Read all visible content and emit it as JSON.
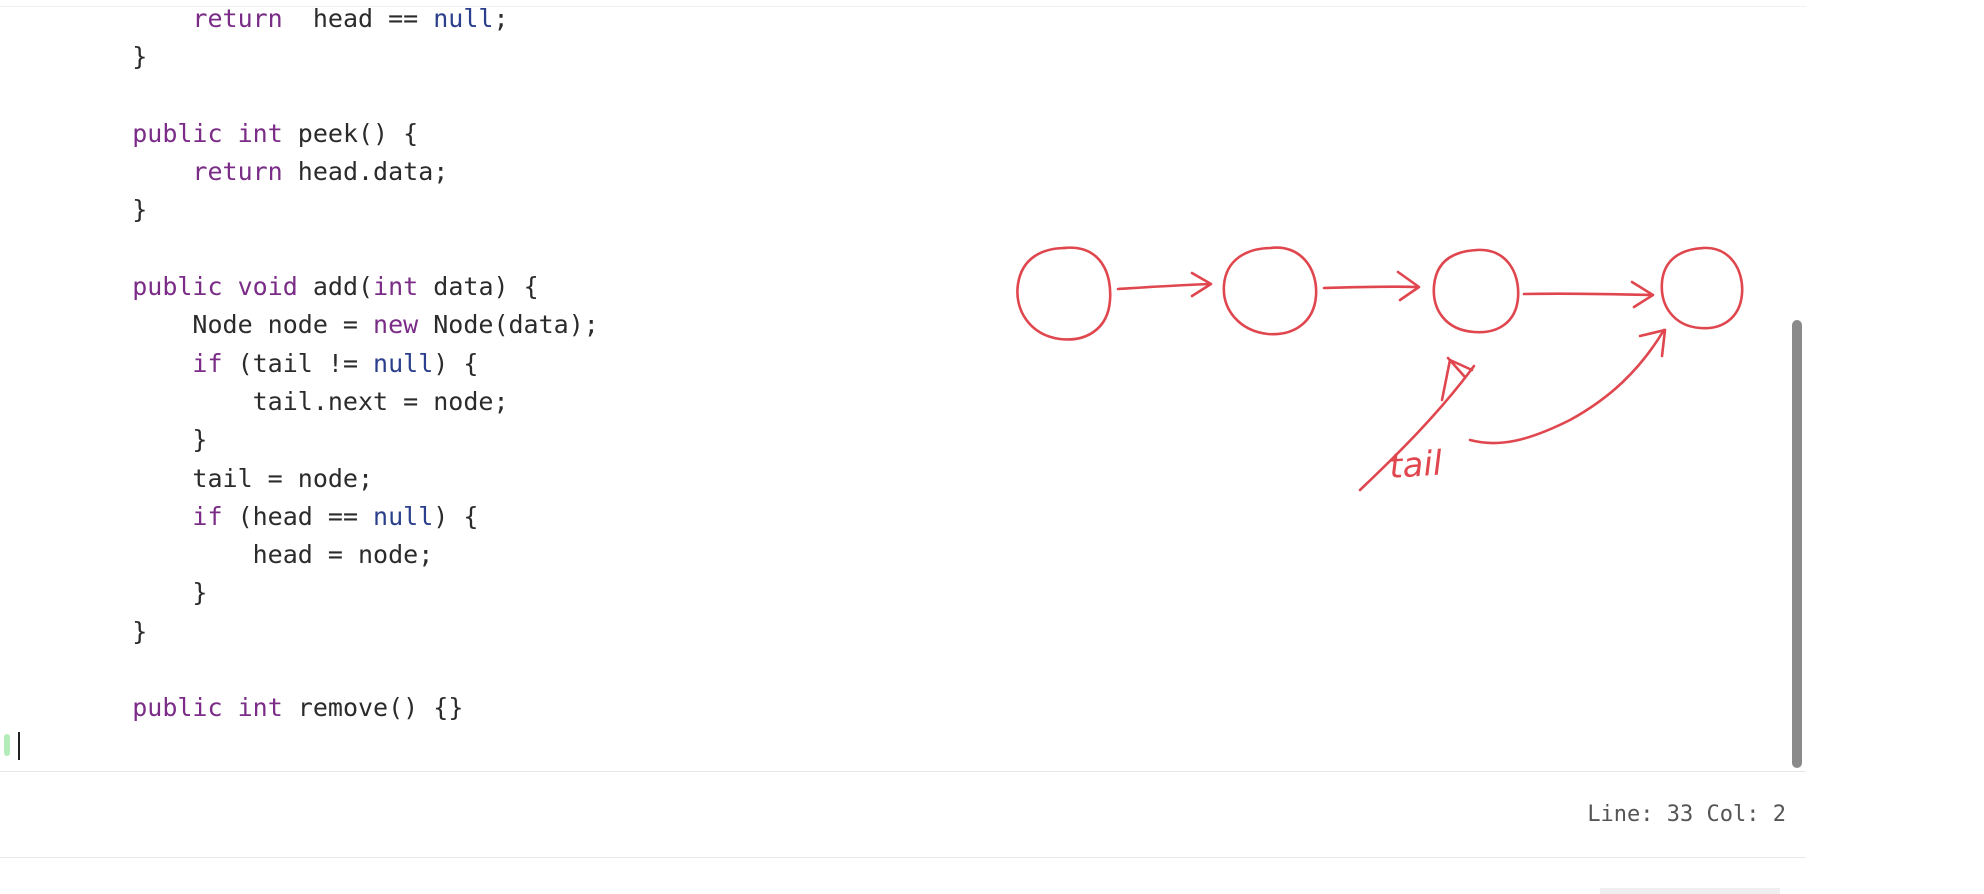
{
  "editor": {
    "code_lines": [
      {
        "i": "        ",
        "segs": [
          [
            "kw",
            "return"
          ],
          [
            "",
            "  head == "
          ],
          [
            "kw2",
            "null"
          ],
          [
            "",
            ";"
          ]
        ]
      },
      {
        "i": "    ",
        "segs": [
          [
            "",
            "}"
          ]
        ]
      },
      {
        "i": "",
        "segs": []
      },
      {
        "i": "    ",
        "segs": [
          [
            "kw",
            "public"
          ],
          [
            "",
            " "
          ],
          [
            "kw",
            "int"
          ],
          [
            "",
            " peek() {"
          ]
        ]
      },
      {
        "i": "        ",
        "segs": [
          [
            "kw",
            "return"
          ],
          [
            "",
            " head.data;"
          ]
        ]
      },
      {
        "i": "    ",
        "segs": [
          [
            "",
            "}"
          ]
        ]
      },
      {
        "i": "",
        "segs": []
      },
      {
        "i": "    ",
        "segs": [
          [
            "kw",
            "public"
          ],
          [
            "",
            " "
          ],
          [
            "kw",
            "void"
          ],
          [
            "",
            " add("
          ],
          [
            "kw",
            "int"
          ],
          [
            "",
            " data) {"
          ]
        ]
      },
      {
        "i": "        ",
        "segs": [
          [
            "",
            "Node node = "
          ],
          [
            "kw",
            "new"
          ],
          [
            "",
            " Node(data);"
          ]
        ]
      },
      {
        "i": "        ",
        "segs": [
          [
            "kw",
            "if"
          ],
          [
            "",
            " (tail != "
          ],
          [
            "kw2",
            "null"
          ],
          [
            "",
            ") {"
          ]
        ]
      },
      {
        "i": "            ",
        "segs": [
          [
            "",
            "tail.next = node;"
          ]
        ]
      },
      {
        "i": "        ",
        "segs": [
          [
            "",
            "}"
          ]
        ]
      },
      {
        "i": "        ",
        "segs": [
          [
            "",
            "tail = node;"
          ]
        ]
      },
      {
        "i": "        ",
        "segs": [
          [
            "kw",
            "if"
          ],
          [
            "",
            " (head == "
          ],
          [
            "kw2",
            "null"
          ],
          [
            "",
            ") {"
          ]
        ]
      },
      {
        "i": "            ",
        "segs": [
          [
            "",
            "head = node;"
          ]
        ]
      },
      {
        "i": "        ",
        "segs": [
          [
            "",
            "}"
          ]
        ]
      },
      {
        "i": "    ",
        "segs": [
          [
            "",
            "}"
          ]
        ]
      },
      {
        "i": "",
        "segs": []
      },
      {
        "i": "    ",
        "segs": [
          [
            "kw",
            "public"
          ],
          [
            "",
            " "
          ],
          [
            "kw",
            "int"
          ],
          [
            "",
            " remove() {}"
          ]
        ]
      }
    ],
    "keyword_color": "#7a2c87",
    "literal_color": "#2b3f8c",
    "text_color": "#2b2b2b"
  },
  "status_bar": {
    "position_text": "Line: 33 Col: 2"
  },
  "annotation": {
    "label": "tail",
    "ink_color": "#e0464e",
    "node_count": 4
  }
}
